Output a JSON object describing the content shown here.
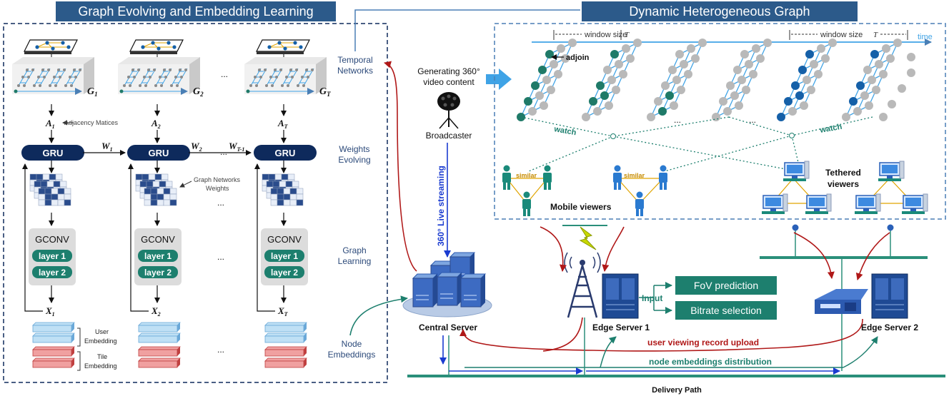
{
  "left_title": "Graph Evolving and Embedding Learning",
  "right_title": "Dynamic Heterogeneous Graph",
  "left_panel": {
    "graphs": [
      {
        "g": "G",
        "sub": "1",
        "a": "A",
        "a_sub": "1",
        "x": "X",
        "x_sub": "1"
      },
      {
        "g": "G",
        "sub": "2",
        "a": "A",
        "a_sub": "2",
        "x": "X",
        "x_sub": "2"
      },
      {
        "g": "G",
        "sub": "T",
        "a": "A",
        "a_sub": "T",
        "x": "X",
        "x_sub": "T"
      }
    ],
    "weights": [
      {
        "w": "W",
        "sub": "1"
      },
      {
        "w": "W",
        "sub": "2"
      },
      {
        "w": "W",
        "sub": "T-1"
      }
    ],
    "adjacency_note": "Adjacency Matices",
    "gru_label": "GRU",
    "gn_weights_note_1": "Graph Networks",
    "gn_weights_note_2": "Weights",
    "gconv_label": "GCONV",
    "layer1": "layer 1",
    "layer2": "layer 2",
    "ellipsis": "...",
    "user_emb_1": "User",
    "user_emb_2": "Embedding",
    "tile_emb_1": "Tile",
    "tile_emb_2": "Embedding"
  },
  "middle_labels": {
    "temporal_1": "Temporal",
    "temporal_2": "Networks",
    "weights_1": "Weights",
    "weights_2": "Evolving",
    "graph_1": "Graph",
    "graph_2": "Learning",
    "node_1": "Node",
    "node_2": "Embeddings"
  },
  "broadcast": {
    "gen_1": "Generating 360°",
    "gen_2": "video content",
    "broadcaster": "Broadcaster",
    "live": "360° Live streaming",
    "central": "Central Server"
  },
  "dyn_graph": {
    "window_size": "window size",
    "T": "T",
    "time": "time",
    "adjoin": "adjoin",
    "watch": "watch",
    "similar": "similar",
    "mobile": "Mobile viewers",
    "tethered_1": "Tethered",
    "tethered_2": "viewers",
    "ellipsis": "..."
  },
  "edge": {
    "input": "Input",
    "fov": "FoV prediction",
    "bitrate": "Bitrate selection",
    "edge1": "Edge Server 1",
    "edge2": "Edge Server 2",
    "upload": "user viewing record upload",
    "distribution": "node embeddings distribution",
    "delivery": "Delivery Path"
  },
  "colors": {
    "title_bg": "#2c5a8a",
    "gru": "#0e2a5c",
    "teal": "#1d7f6e",
    "node_blue": "#1560a8",
    "node_gray": "#b9b9b9",
    "node_teal": "#1f7a68",
    "red_arrow": "#b01818",
    "user_blue": "#2a7ad0",
    "user_teal": "#1a8a7a",
    "bus_green": "#2a8f7a"
  }
}
